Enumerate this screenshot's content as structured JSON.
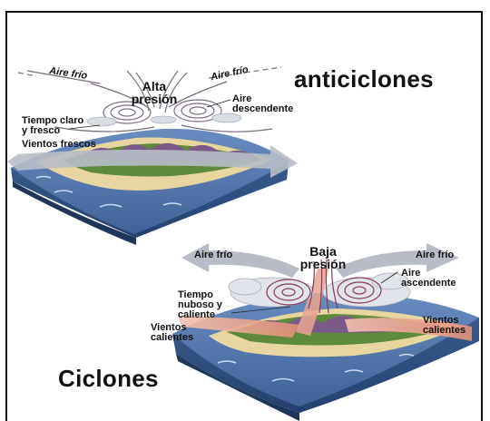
{
  "anticyclone": {
    "title": "anticiclones",
    "pressure_label": "Alta\npresión",
    "left_air": "Aire frío",
    "right_air": "Aire frío",
    "descending": "Aire\ndescendente",
    "weather": "Tiempo claro\ny fresco",
    "winds": "Vientos frescos"
  },
  "cyclone": {
    "title": "Ciclones",
    "pressure_label": "Baja\npresión",
    "left_air": "Aire frío",
    "right_air": "Aire frío",
    "ascending": "Aire\nascendente",
    "weather": "Tiempo\nnuboso y\ncaliente",
    "winds_left": "Vientos\ncalientes",
    "winds_right": "Vientos\ncalientes"
  },
  "colors": {
    "ocean_top": "#4a6fa6",
    "ocean_side": "#2e4f86",
    "land_green": "#5f8a3a",
    "land_sand": "#e7d6a0",
    "mountain": "#7a5a86",
    "arrow_cold": "#b8bcc6",
    "arrow_warm": "#e9a48f",
    "swirl": "#8a5a7a"
  }
}
